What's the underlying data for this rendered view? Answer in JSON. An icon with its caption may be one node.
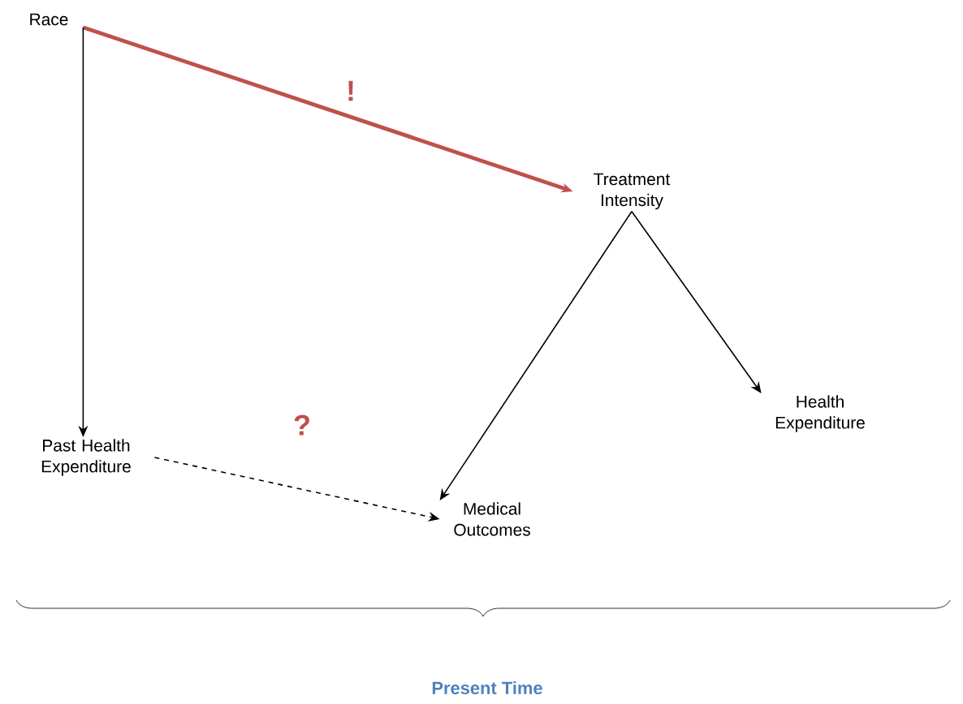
{
  "diagram": {
    "nodes": [
      {
        "text": [
          "Race"
        ]
      },
      {
        "text": [
          "Treatment Intensity"
        ]
      },
      {
        "text": [
          "Past Health Expenditure"
        ]
      },
      {
        "text": [
          "Health Expenditure"
        ]
      },
      {
        "text": [
          "Medical Outcomes"
        ]
      }
    ],
    "edges": [
      {
        "from": 0,
        "to": 1,
        "arrow": "to",
        "style": "thick",
        "color": "#c0504d"
      },
      {
        "from": 0,
        "to": 2,
        "arrow": "to"
      },
      {
        "from": 1,
        "to": 3,
        "arrow": "to"
      },
      {
        "from": 1,
        "to": 4,
        "arrow": "to"
      },
      {
        "from": 2,
        "to": 4,
        "arrow": "to",
        "style": "dashed"
      }
    ],
    "labels": [
      "!",
      "?",
      "Present Time"
    ]
  }
}
